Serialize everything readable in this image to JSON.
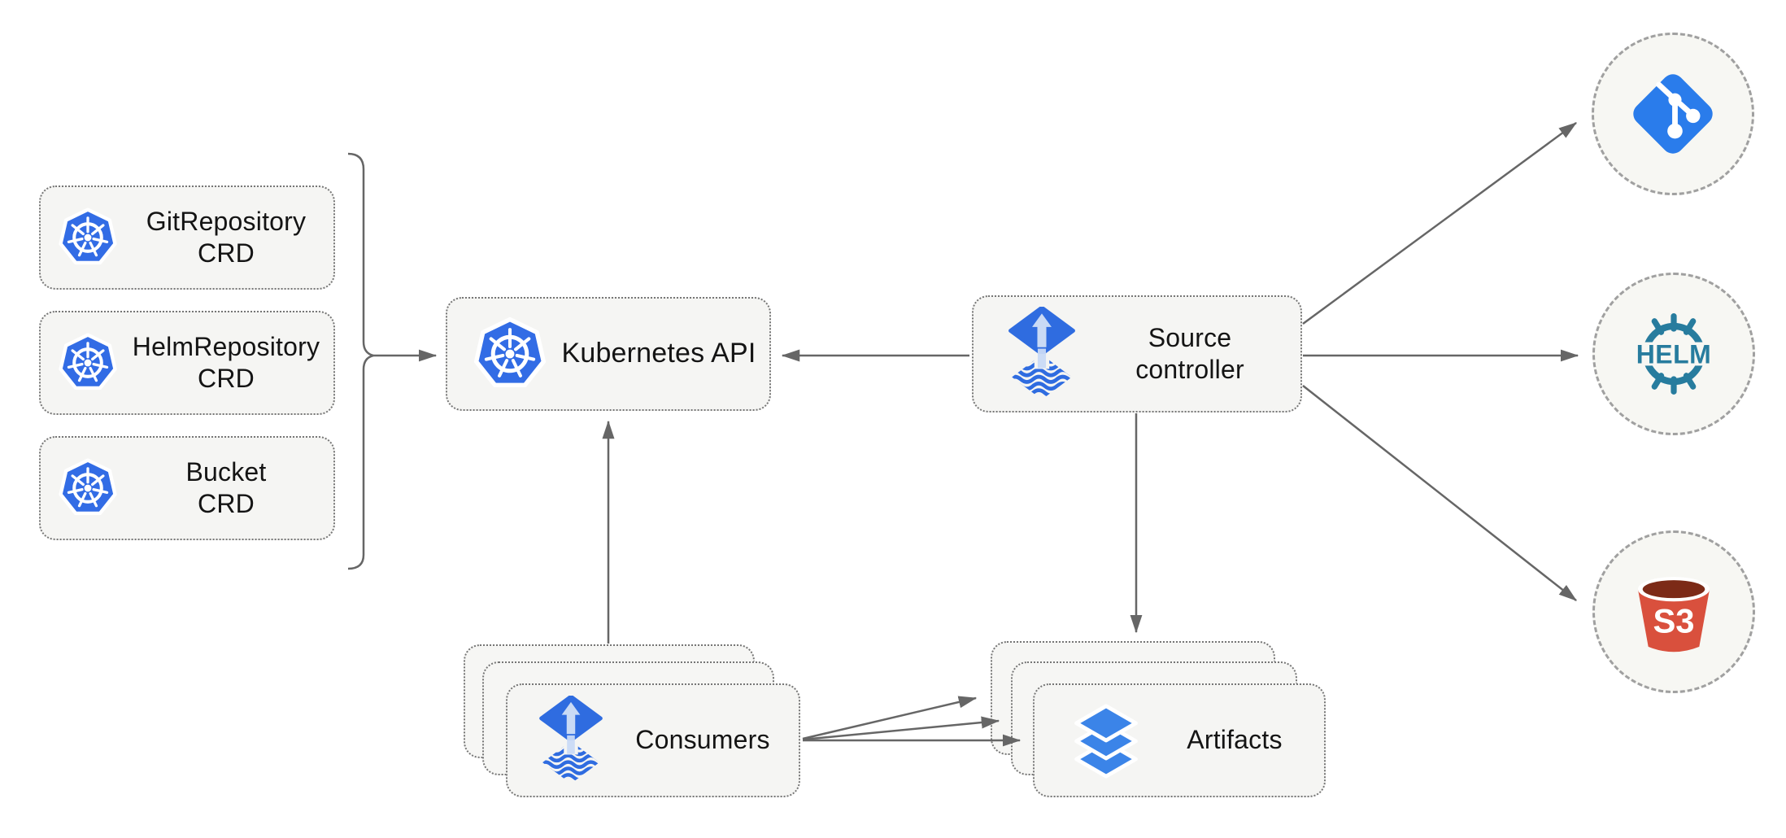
{
  "nodes": {
    "git_repository_crd": {
      "line1": "GitRepository",
      "line2": "CRD"
    },
    "helm_repository_crd": {
      "line1": "HelmRepository",
      "line2": "CRD"
    },
    "bucket_crd": {
      "line1": "Bucket",
      "line2": "CRD"
    },
    "kubernetes_api": {
      "label": "Kubernetes API"
    },
    "source_controller": {
      "line1": "Source",
      "line2": "controller"
    },
    "consumers": {
      "label": "Consumers"
    },
    "artifacts": {
      "label": "Artifacts"
    }
  },
  "icons": {
    "kubernetes": "kubernetes-helm-wheel",
    "flux": "flux-diamond-arrow",
    "git": "git-branch-diamond",
    "helm": "helm-ship-wheel",
    "s3": "s3-bucket",
    "artifacts": "layers-stack",
    "helm_text": "HELM",
    "s3_text": "S3"
  },
  "colors": {
    "kubernetes_blue": "#326CE5",
    "flux_blue": "#2f6ce0",
    "flux_arrow_light": "#c9daf5",
    "git_blue": "#2a7ceb",
    "helm_teal": "#277c9e",
    "s3_red": "#d9503d",
    "s3_dark": "#7c2a17",
    "layers_blue": "#3b84e8",
    "edge_gray": "#666666"
  }
}
